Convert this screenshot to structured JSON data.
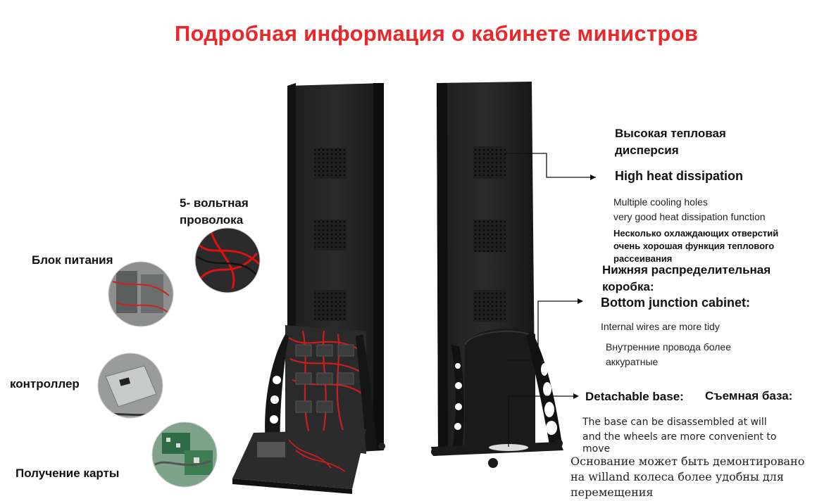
{
  "title": "Подробная информация о кабинете министров",
  "left_labels": {
    "wire_5v": "5- вольтная\nпроволока",
    "power_block": "Блок питания",
    "controller": "контроллер",
    "card": "Получение карты"
  },
  "heat": {
    "ru_title": "Высокая тепловая\nдисперсия",
    "en_title": "High heat dissipation",
    "en_desc_1": "Multiple cooling holes",
    "en_desc_2": "very good heat dissipation function",
    "ru_desc": "Несколько охлаждающих отверстий\nочень хорошая функция теплового\nрассеивания"
  },
  "junction": {
    "ru_title": "Нижняя распределительная\nкоробка:",
    "en_title": "Bottom junction cabinet:",
    "en_desc": "Internal wires are more tidy",
    "ru_desc": "Внутренние провода более\nаккуратные"
  },
  "base": {
    "en_title": "Detachable base:",
    "ru_title": "Съемная база:",
    "en_desc_1": "The base can be disassembled at will",
    "en_desc_2": "and the wheels are more convenient to",
    "en_desc_3": "move",
    "ru_desc": "Основание может быть демонтировано\nна willand колеса более удобны для\nперемещения"
  }
}
